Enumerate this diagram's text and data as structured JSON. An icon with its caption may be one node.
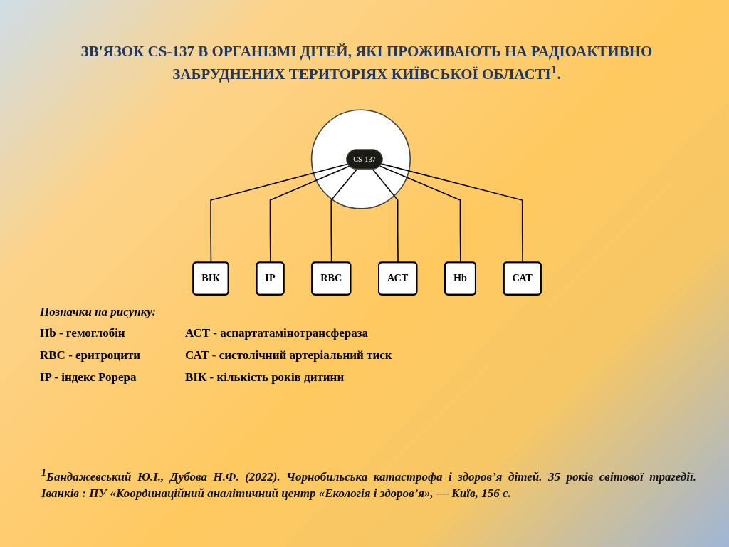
{
  "diagram": {
    "title": "ЗВ'ЯЗОК CS-137 В ОРГАНІЗМІ ДІТЕЙ, ЯКІ ПРОЖИВАЮТЬ НА РАДІОАКТИВНО ЗАБРУДНЕНИХ ТЕРИТОРІЯХ КИЇВСЬКОЇ ОБЛАСТІ$^{1}$.",
    "caption": "$^{1}$Бандажевський Ю.І., Дубова Н.Ф. (2022). Чорнобильська катастрофа і здоров’я дітей. 35 років світової трагедії. Іванків : ПУ «Координаційний аналітичний центр «Екологія і здоров’я», — Київ, 156 с.",
    "nodes": [
      {
        "text": [],
        "shape": "circle"
      },
      {
        "text": [
          "CS-137"
        ],
        "in": 0
      },
      {
        "text": [
          "ВІК"
        ]
      },
      {
        "text": [
          "ІР"
        ]
      },
      {
        "text": [
          "RBC"
        ]
      },
      {
        "text": [
          "АСТ"
        ]
      },
      {
        "text": [
          "Hb"
        ]
      },
      {
        "text": [
          "САТ"
        ]
      }
    ],
    "edges": [
      {
        "from": 1,
        "to": 2,
        "arrow": "none"
      },
      {
        "from": 1,
        "to": 3,
        "arrow": "none"
      },
      {
        "from": 1,
        "to": 4,
        "arrow": "none"
      },
      {
        "from": 1,
        "to": 5,
        "arrow": "none"
      },
      {
        "from": 1,
        "to": 6,
        "arrow": "none"
      },
      {
        "from": 1,
        "to": 7,
        "arrow": "none"
      }
    ],
    "labels": [
      "Позначки на рисунку:",
      "Hb - гемоглобін",
      "АСТ - аспартатамінотрансфераза",
      "RBC - еритроцити",
      "САТ - систолічний артеріальний тиск",
      "IP - індекс Рорера",
      "ВІК - кількість років дитини"
    ]
  }
}
